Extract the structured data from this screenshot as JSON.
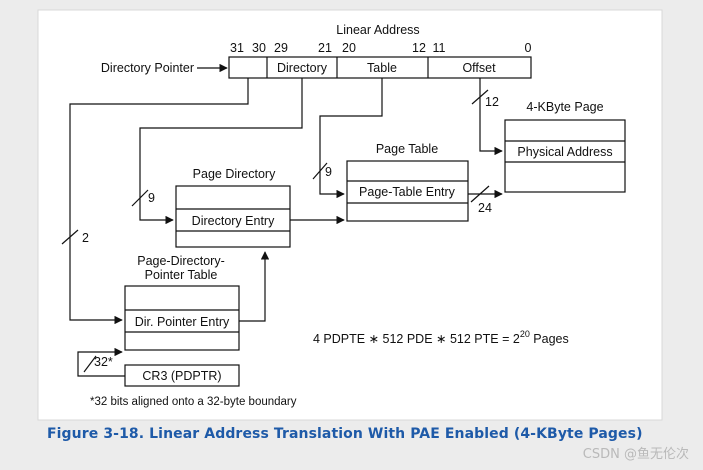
{
  "linear_address": {
    "title": "Linear Address",
    "bits": [
      "31",
      "30",
      "29",
      "21",
      "20",
      "12",
      "11",
      "0"
    ],
    "fields": [
      "Directory",
      "Table",
      "Offset"
    ]
  },
  "directory_pointer_label": "Directory Pointer",
  "page_directory": {
    "title": "Page Directory",
    "entry": "Directory Entry"
  },
  "page_table": {
    "title": "Page Table",
    "entry": "Page-Table Entry"
  },
  "page": {
    "title": "4-KByte Page",
    "entry": "Physical Address"
  },
  "pdpt": {
    "title_line1": "Page-Directory-",
    "title_line2": "Pointer Table",
    "entry": "Dir. Pointer Entry"
  },
  "cr3": {
    "label": "CR3 (PDPTR)"
  },
  "widths": {
    "dir": "9",
    "table": "9",
    "offset": "12",
    "phys": "24",
    "ptr": "2",
    "cr3": "32*"
  },
  "formula": {
    "text": "4 PDPTE ∗ 512 PDE ∗ 512 PTE = 2",
    "exp": "20",
    "suffix": " Pages"
  },
  "footnote": "*32 bits aligned onto a 32-byte boundary",
  "caption": "Figure 3-18.  Linear Address Translation With PAE Enabled (4-KByte Pages)",
  "watermark": "CSDN @鱼无伦次"
}
